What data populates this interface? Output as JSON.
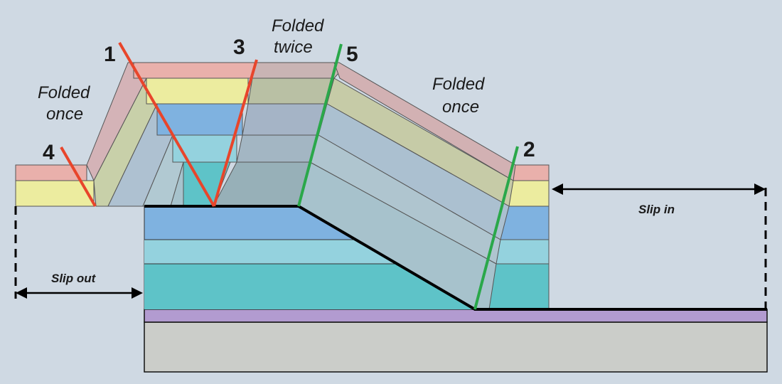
{
  "labels": {
    "axial_1": "1",
    "axial_2": "2",
    "axial_3": "3",
    "axial_4": "4",
    "axial_5": "5",
    "folded_once_left_l1": "Folded",
    "folded_once_left_l2": "once",
    "folded_twice_l1": "Folded",
    "folded_twice_l2": "twice",
    "folded_once_right_l1": "Folded",
    "folded_once_right_l2": "once",
    "slip_in": "Slip in",
    "slip_out": "Slip out"
  },
  "colors": {
    "background": "#cfd9e3",
    "layer_pink": "#e9b0ab",
    "layer_yellow": "#ecec9f",
    "layer_blue": "#7fb2e0",
    "layer_lightcyan": "#94d2de",
    "layer_teal": "#5ec3c8",
    "decollement_purple": "#b29bd0",
    "basement_gray": "#cbcdc9",
    "axial_red": "#e8452b",
    "axial_green": "#2aa84a"
  }
}
